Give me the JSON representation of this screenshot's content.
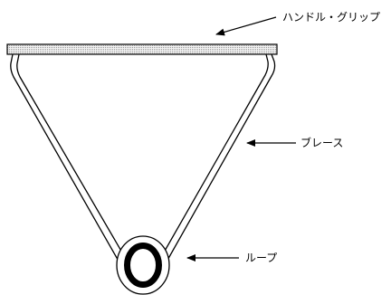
{
  "labels": {
    "handle_grip": "ハンドル・グリップ",
    "brace": "ブレース",
    "loop": "ループ"
  },
  "colors": {
    "stroke": "#000000",
    "grip_fill": "#f2f2f2",
    "background": "#ffffff"
  }
}
